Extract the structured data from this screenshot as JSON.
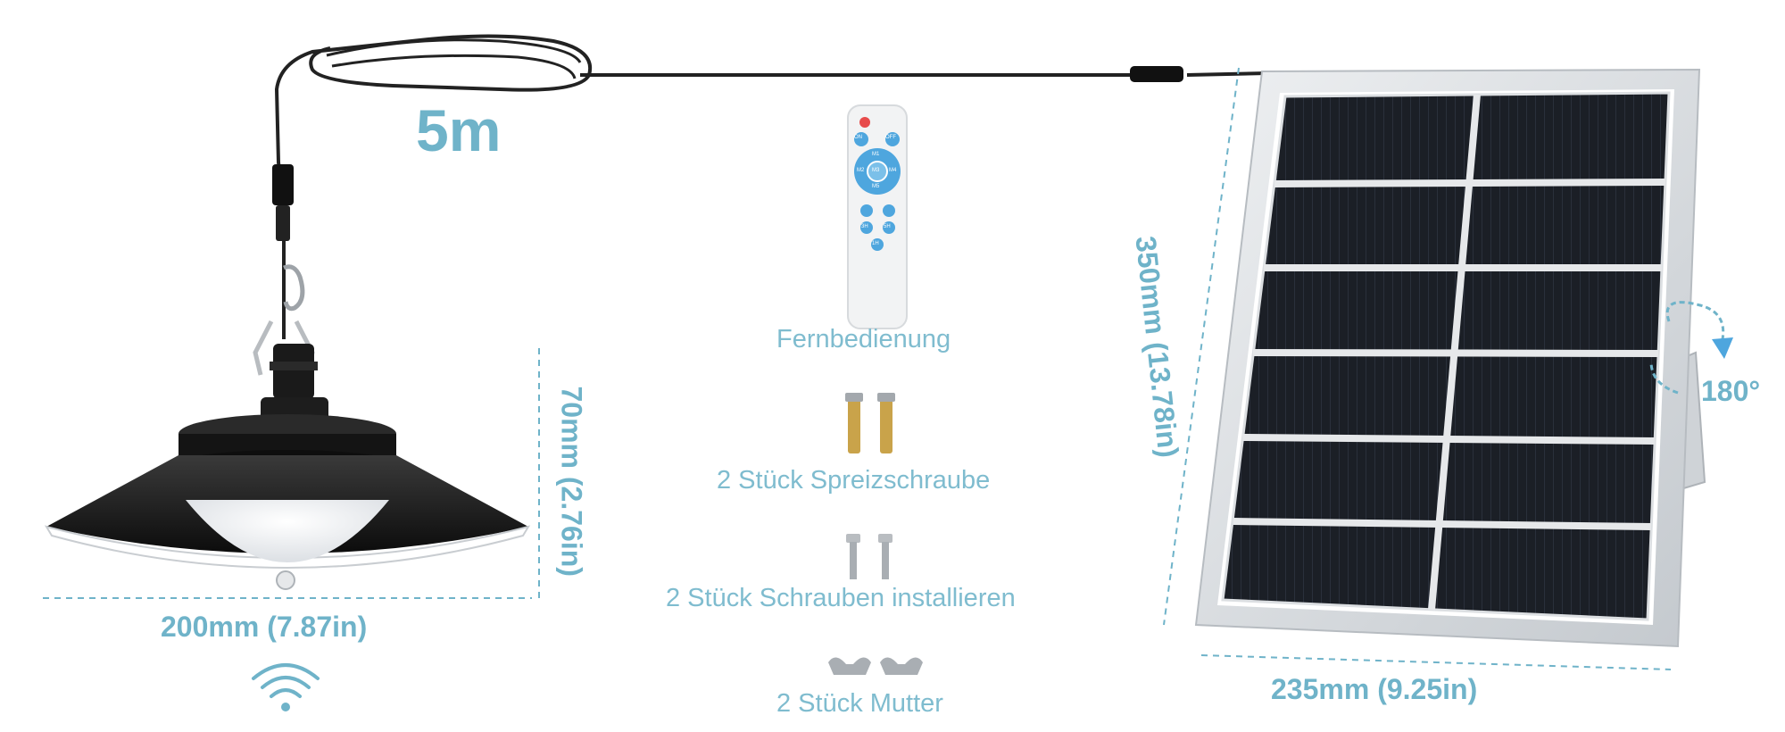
{
  "cable": {
    "length_label": "5m"
  },
  "lamp": {
    "width_label": "200mm (7.87in)",
    "height_label": "70mm (2.76in)"
  },
  "accessories": {
    "remote_label": "Fernbedienung",
    "expansion_screws_label": "2 Stück Spreizschraube",
    "install_screws_label": "2 Stück Schrauben installieren",
    "nuts_label": "2 Stück Mutter"
  },
  "remote": {
    "buttons": [
      "ON",
      "OFF",
      "M1",
      "M2",
      "M3",
      "M4",
      "M5",
      "3H",
      "5H",
      "1H"
    ]
  },
  "panel": {
    "width_label": "235mm (9.25in)",
    "height_label": "350mm (13.78in)",
    "rotation_label": "180°"
  },
  "colors": {
    "accent": "#6fb3c9",
    "accessory_text": "#7fbccf",
    "cable": "#222222",
    "panel_cell": "#1b1f26",
    "panel_frame": "#d4d8dc"
  },
  "icons": {
    "motion_sensor": "motion-sensor-icon",
    "rotation_arrow": "rotate-arrow-icon"
  }
}
